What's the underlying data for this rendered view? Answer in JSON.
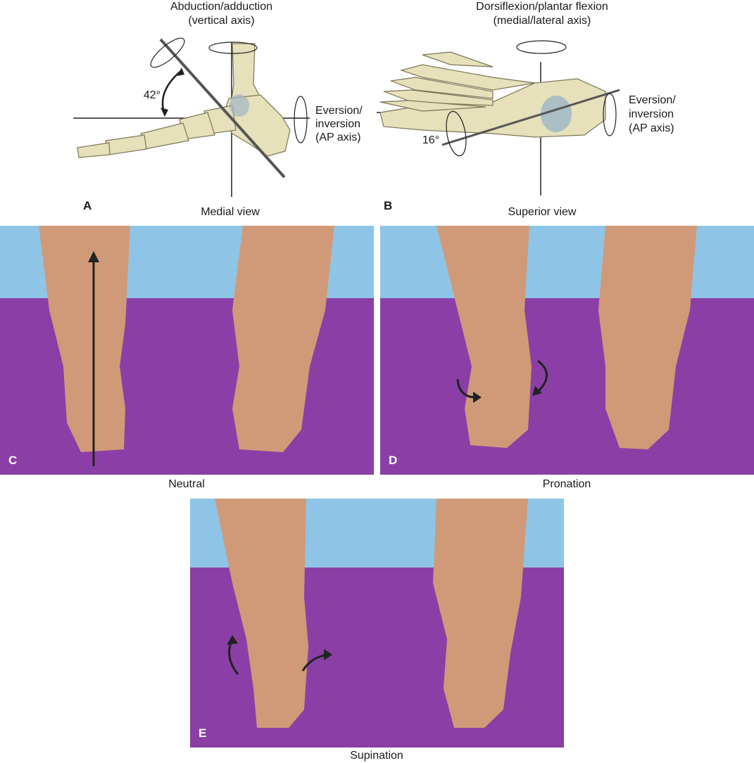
{
  "panels": {
    "a": {
      "letter": "A",
      "view": "Medial view",
      "label_top_1": "Abduction/adduction",
      "label_top_2": "(vertical axis)",
      "label_right_1": "Eversion/",
      "label_right_2": "inversion",
      "label_right_3": "(AP axis)",
      "angle": "42°"
    },
    "b": {
      "letter": "B",
      "view": "Superior view",
      "label_top_1": "Dorsiflexion/plantar flexion",
      "label_top_2": "(medial/lateral axis)",
      "label_right_1": "Eversion/",
      "label_right_2": "inversion",
      "label_right_3": "(AP axis)",
      "angle": "16°"
    },
    "c": {
      "letter": "C",
      "caption": "Neutral"
    },
    "d": {
      "letter": "D",
      "caption": "Pronation"
    },
    "e": {
      "letter": "E",
      "caption": "Supination"
    }
  },
  "colors": {
    "bone": "#e6e0bb",
    "bone_shadow": "#b9b08a",
    "talus_blue": "#9fb7c4",
    "wall_blue": "#8ec5e6",
    "mat_purple": "#8b3fa6",
    "skin": "#d09a78",
    "skin_dark": "#a86d50",
    "arrow": "#222222"
  },
  "icons": [
    "rotation-arrow-icon",
    "curved-arrow-icon",
    "axis-line-icon"
  ]
}
